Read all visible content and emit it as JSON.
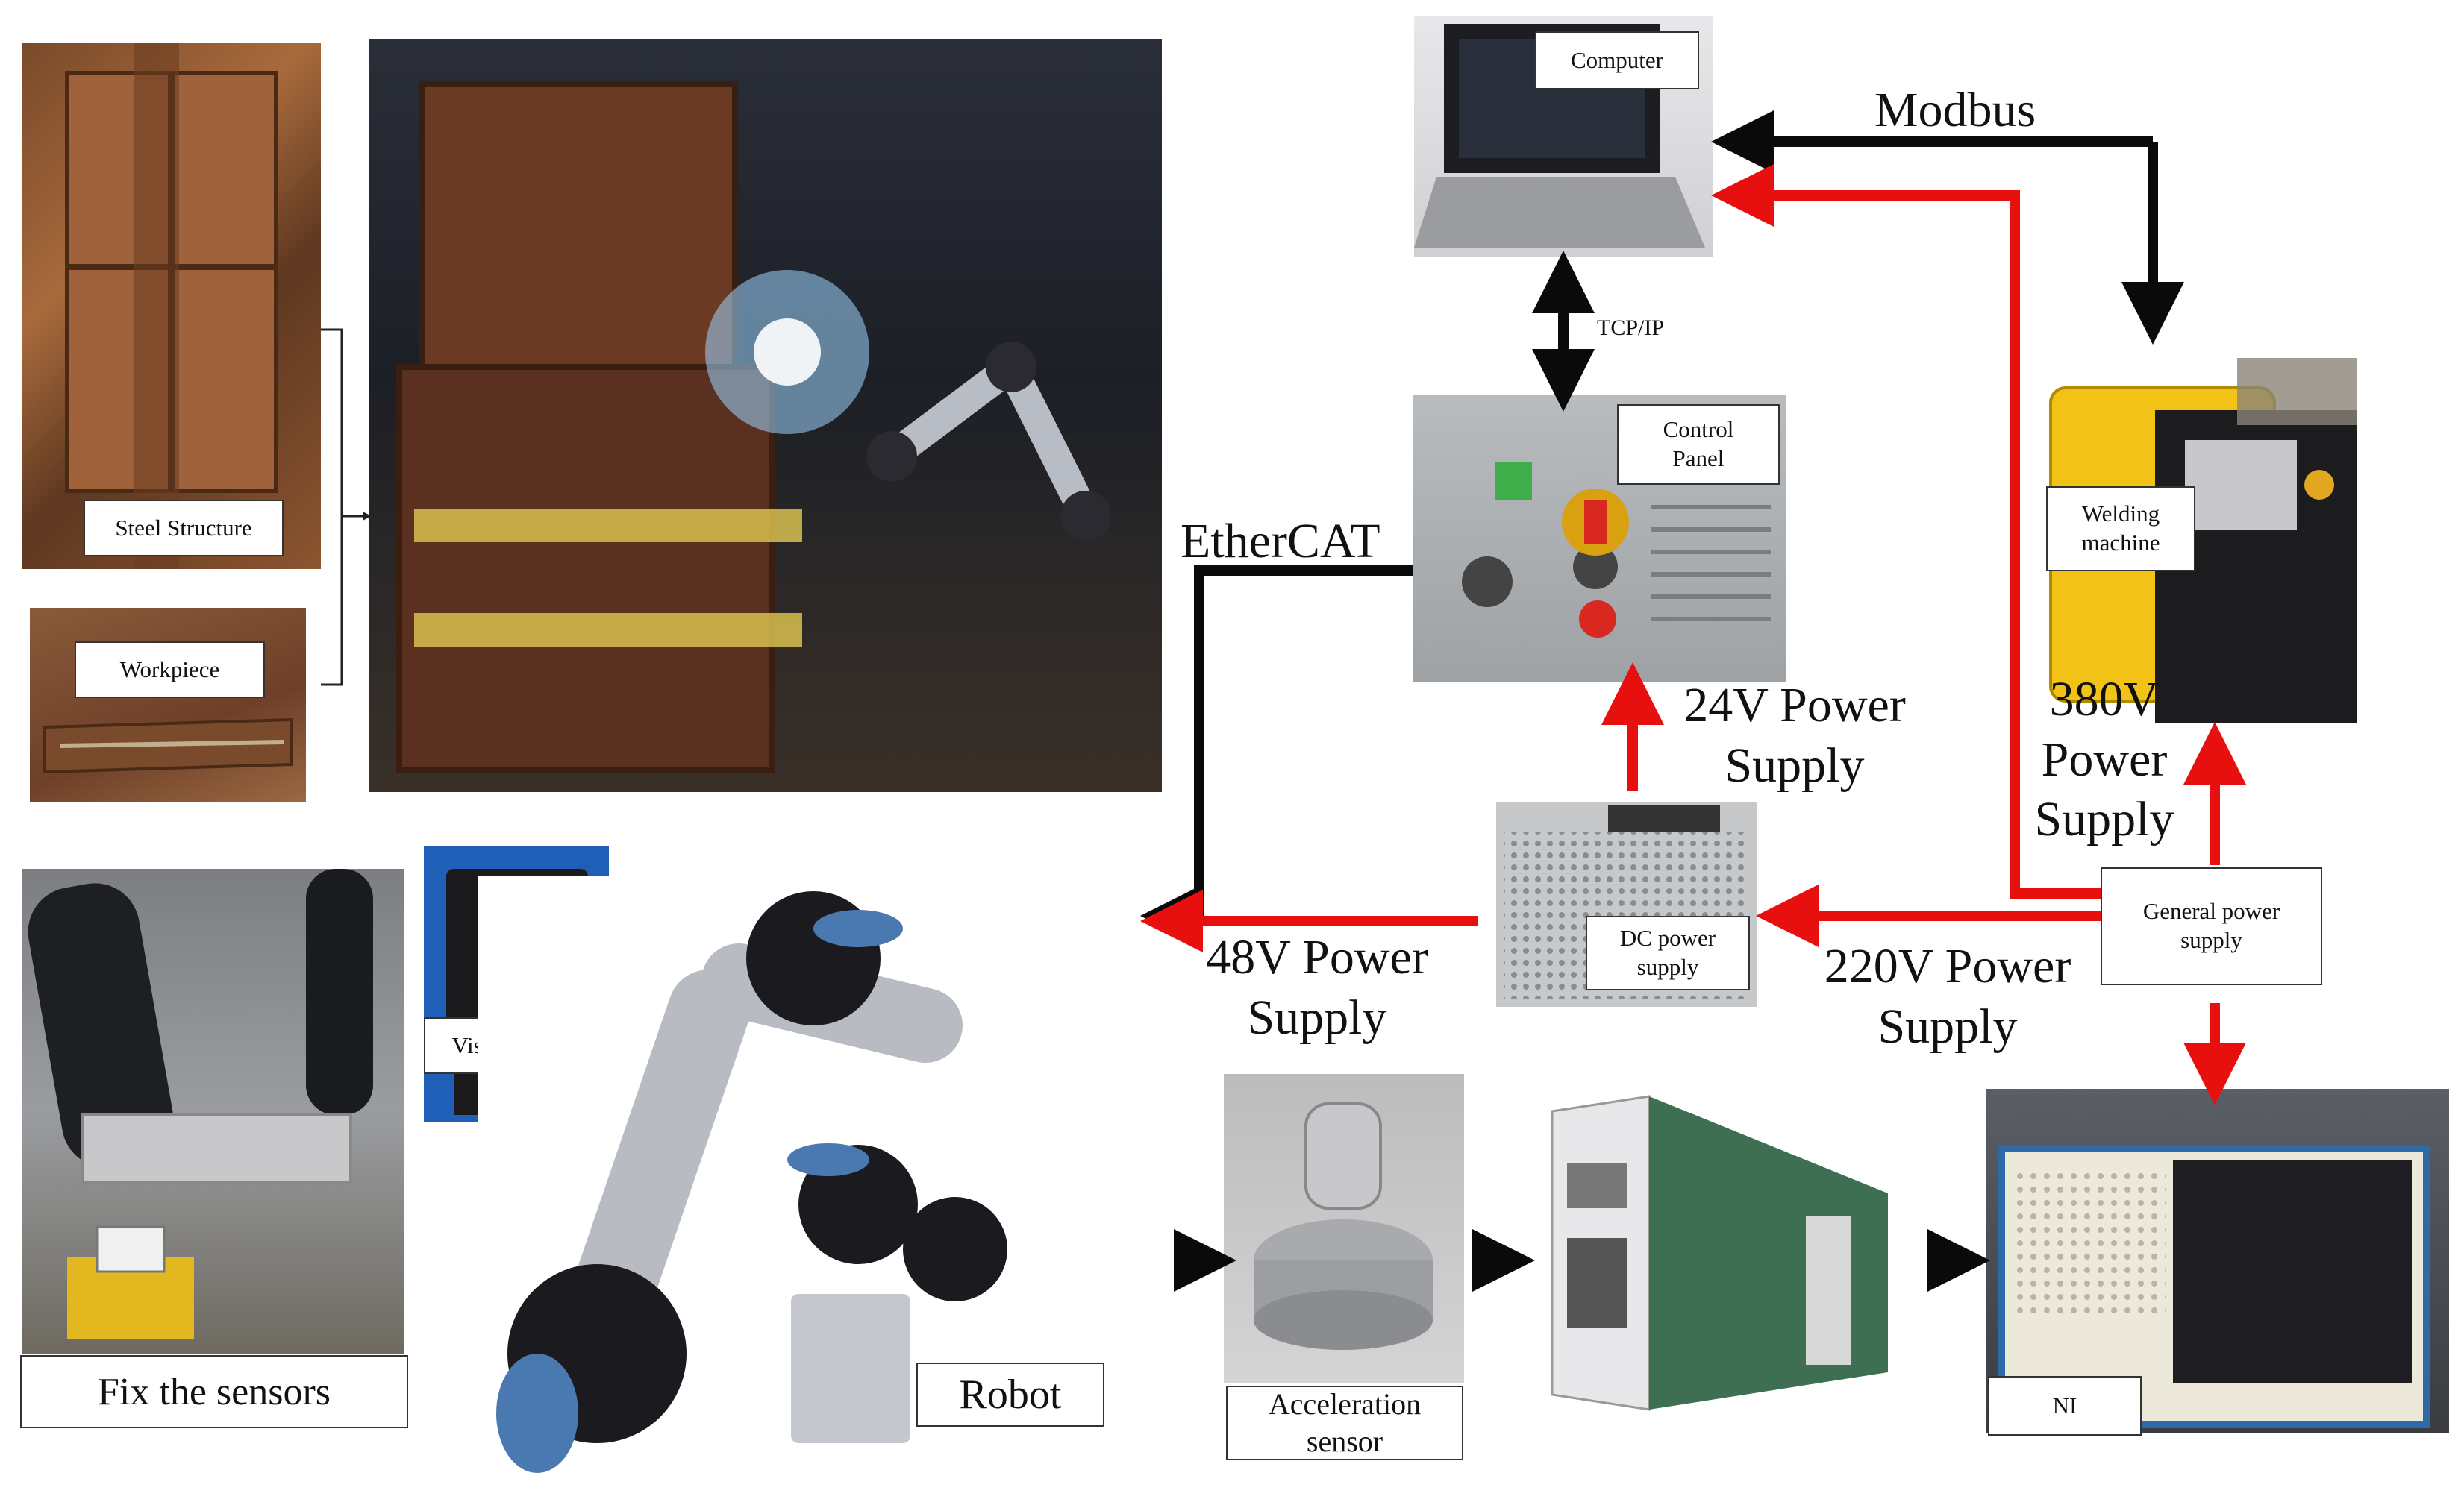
{
  "colors": {
    "power": "#e8100f",
    "signal": "#0a0a0a",
    "welder_yellow": "#f2c316",
    "ni_blue": "#2f6aa8",
    "sensor_blue": "#1f5fb8"
  },
  "photos": {
    "steel_structure": {
      "label": "Steel Structure"
    },
    "workpiece": {
      "label": "Workpiece"
    },
    "welding_scene": {
      "label": ""
    },
    "fix_sensors": {
      "label": "Fix the sensors"
    },
    "vision_sensor": {
      "label": "Vision Sensor"
    },
    "robot": {
      "label": "Robot"
    },
    "computer": {
      "label": "Computer"
    },
    "control_panel": {
      "label": "Control\nPanel"
    },
    "welding_machine": {
      "label": "Welding\nmachine"
    },
    "dc_power": {
      "label": "DC power\nsupply"
    },
    "general_power": {
      "label": "General power\nsupply"
    },
    "acceleration_sensor": {
      "label": "Acceleration\nsensor"
    },
    "daq_card": {
      "label": ""
    },
    "ni": {
      "label": "NI"
    }
  },
  "connections": {
    "modbus": "Modbus",
    "tcpip": "TCP/IP",
    "ethercat": "EtherCAT",
    "v24": "24V Power\nSupply",
    "v380": "380V\nPower\nSupply",
    "v48": "48V Power\nSupply",
    "v220": "220V Power\nSupply"
  },
  "icons": {
    "arrow": "arrow-right-icon",
    "bracket": "right-brace-icon"
  }
}
